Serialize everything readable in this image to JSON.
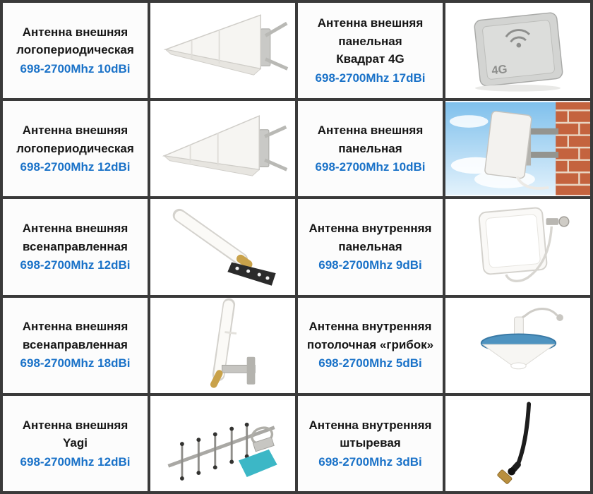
{
  "palette": {
    "grid_border": "#3a3a3a",
    "cell_background": "#fcfcfc",
    "name_color": "#161616",
    "spec_accent": "#1a72c8"
  },
  "products": [
    {
      "name": "Антенна внешняя\nлогопериодическая",
      "spec": "698-2700Mhz 10dBi",
      "image": "log-periodic-antenna"
    },
    {
      "name": "Антенна внешняя\nпанельная\nКвадрат 4G",
      "spec": "698-2700Mhz 17dBi",
      "image": "square-panel-4g-antenna",
      "image_label": "4G"
    },
    {
      "name": "Антенна внешняя\nлогопериодическая",
      "spec": "698-2700Mhz 12dBi",
      "image": "log-periodic-antenna"
    },
    {
      "name": "Антенна внешняя\nпанельная",
      "spec": "698-2700Mhz 10dBi",
      "image": "outdoor-panel-antenna-on-brick-wall"
    },
    {
      "name": "Антенна внешняя\nвсенаправленная",
      "spec": "698-2700Mhz 12dBi",
      "image": "omnidirectional-antenna"
    },
    {
      "name": "Антенна внутренняя\nпанельная",
      "spec": "698-2700Mhz 9dBi",
      "image": "indoor-panel-antenna"
    },
    {
      "name": "Антенна внешняя\nвсенаправленная",
      "spec": "698-2700Mhz 18dBi",
      "image": "tall-omnidirectional-antenna"
    },
    {
      "name": "Антенна внутренняя\nпотолочная «грибок»",
      "spec": "698-2700Mhz 5dBi",
      "image": "ceiling-dome-antenna"
    },
    {
      "name": "Антенна внешняя\nYagi",
      "spec": "698-2700Mhz 12dBi",
      "image": "yagi-antenna"
    },
    {
      "name": "Антенна внутренняя\nштыревая",
      "spec": "698-2700Mhz 3dBi",
      "image": "whip-antenna"
    }
  ]
}
